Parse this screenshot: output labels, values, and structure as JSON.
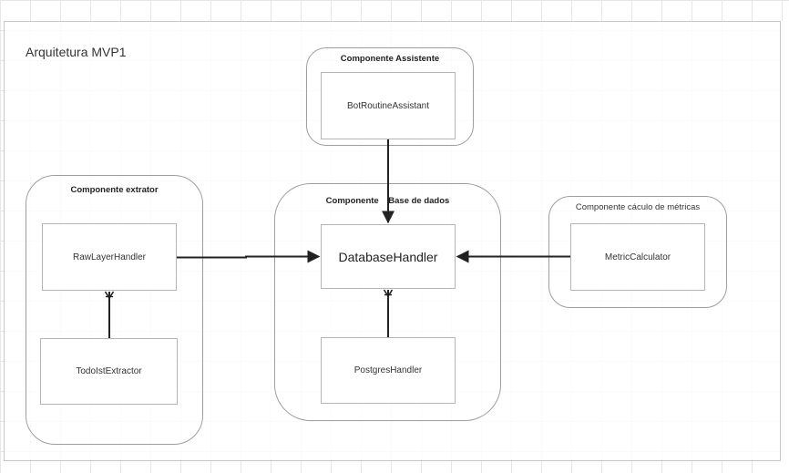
{
  "board": {
    "title": "Arquitetura MVP1"
  },
  "groups": {
    "assistant": {
      "title": "Componente Assistente"
    },
    "extractor": {
      "title": "Componente extrator"
    },
    "database": {
      "title": "Componente    Base de dados"
    },
    "metrics": {
      "title": "Componente cáculo de métricas"
    }
  },
  "nodes": {
    "bot_routine_assistant": "BotRoutineAssistant",
    "raw_layer_handler": "RawLayerHandler",
    "todoist_extractor": "TodoIstExtractor",
    "database_handler": "DatabaseHandler",
    "postgres_handler": "PostgresHandler",
    "metric_calculator": "MetricCalculator"
  },
  "colors": {
    "edge": "#222222",
    "node_border": "#b5b5b5",
    "group_border": "#9e9e9e"
  }
}
